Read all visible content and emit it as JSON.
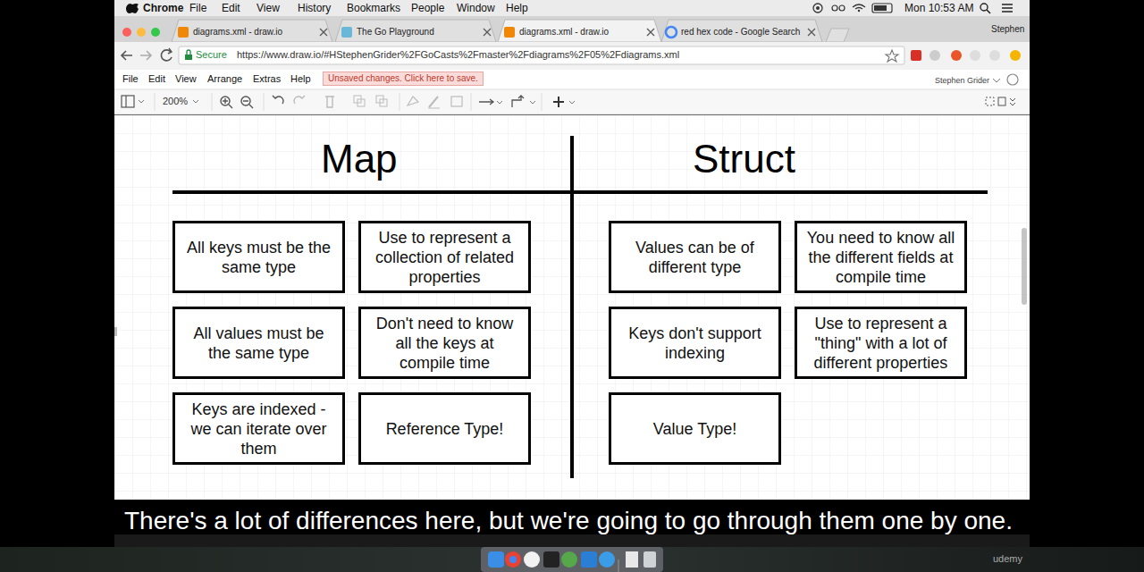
{
  "diagram": {
    "caption": "There's a lot of differences here, but we're going to go through them one by one.",
    "nodes": [
      {
        "text": [
          "All keys must be the same type"
        ]
      },
      {
        "text": [
          "Use to represent a collection of related properties"
        ]
      },
      {
        "text": [
          "All values must be the same type"
        ]
      },
      {
        "text": [
          "Don't need to know all the keys at compile time"
        ]
      },
      {
        "text": [
          "Keys are indexed - we can iterate over them"
        ]
      },
      {
        "text": [
          "Reference Type!"
        ]
      },
      {
        "text": [
          "Values can be of different type"
        ]
      },
      {
        "text": [
          "You need to know all the different fields at compile time"
        ]
      },
      {
        "text": [
          "Keys don't support indexing"
        ]
      },
      {
        "text": [
          "Use to represent a \"thing\" with a lot of different properties"
        ]
      },
      {
        "text": [
          "Value Type!"
        ]
      }
    ],
    "labels": [
      "Chrome",
      "File",
      "Edit",
      "View",
      "History",
      "Bookmarks",
      "People",
      "Window",
      "Help",
      "Mon 10:53 AM",
      "diagrams.xml - draw.io",
      "The Go Playground",
      "diagrams.xml - draw.io",
      "red hex code - Google Search",
      "Stephen",
      "Secure",
      "https://www.draw.io/#HStephenGrider%2FGoCasts%2Fmaster%2Fdiagrams%2F05%2Fdiagrams.xml",
      "File",
      "Edit",
      "View",
      "Arrange",
      "Extras",
      "Help",
      "Unsaved changes. Click here to save.",
      "Stephen Grider",
      "200%",
      "Map",
      "Struct",
      "udemy"
    ]
  }
}
